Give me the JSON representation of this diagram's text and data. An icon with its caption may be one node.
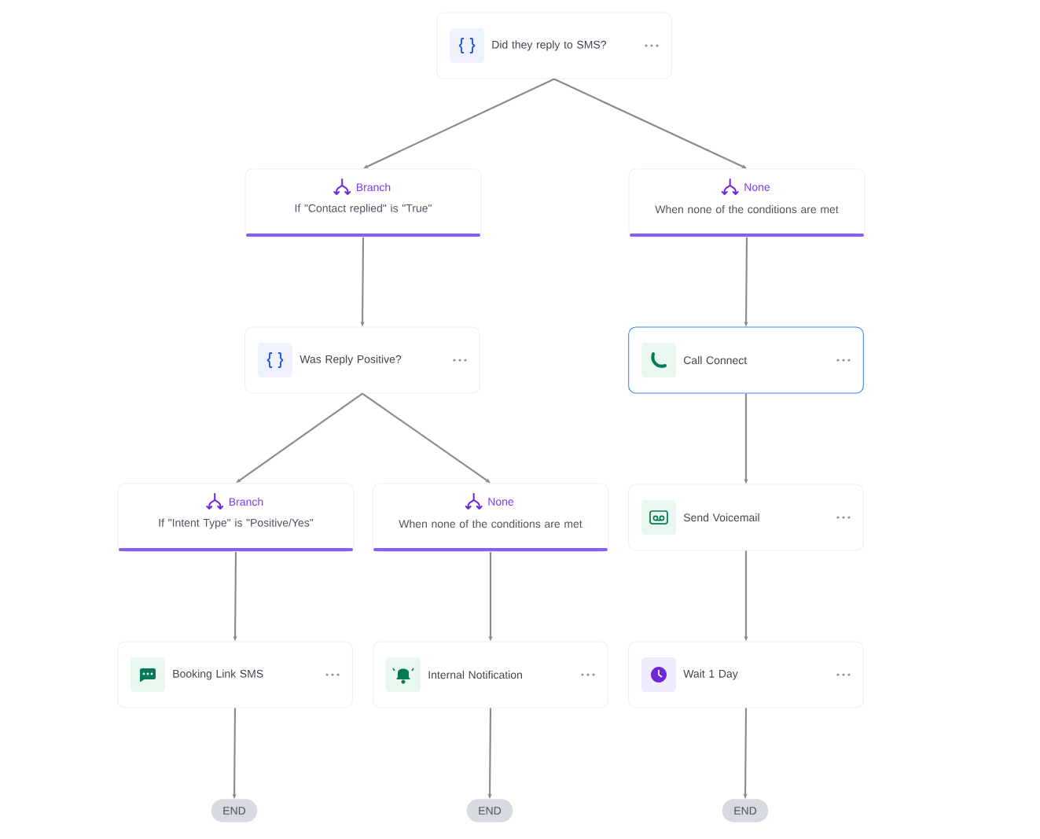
{
  "diagram": {
    "nodes": [
      {
        "text": [
          "Did they reply to SMS?"
        ]
      },
      {
        "text": [
          "Branch",
          "If \"Contact replied\" is \"True\""
        ]
      },
      {
        "text": [
          "None",
          "When none of the conditions are met"
        ]
      },
      {
        "text": [
          "Was Reply Positive?"
        ]
      },
      {
        "text": [
          "Call Connect"
        ]
      },
      {
        "text": [
          "Branch",
          "If \"Intent Type\" is \"Positive/Yes\""
        ]
      },
      {
        "text": [
          "None",
          "When none of the conditions are met"
        ]
      },
      {
        "text": [
          "Send Voicemail"
        ]
      },
      {
        "text": [
          "Booking Link SMS"
        ]
      },
      {
        "text": [
          "Internal Notification"
        ]
      },
      {
        "text": [
          "Wait 1 Day"
        ]
      },
      {
        "text": [
          "END"
        ]
      },
      {
        "text": [
          "END"
        ]
      },
      {
        "text": [
          "END"
        ]
      }
    ],
    "edges": [
      {
        "from": 0,
        "to": 1,
        "arrow": "to"
      },
      {
        "from": 0,
        "to": 2,
        "arrow": "to"
      },
      {
        "from": 1,
        "to": 3,
        "arrow": "to"
      },
      {
        "from": 2,
        "to": 4,
        "arrow": "to"
      },
      {
        "from": 3,
        "to": 5,
        "arrow": "to"
      },
      {
        "from": 3,
        "to": 6,
        "arrow": "to"
      },
      {
        "from": 4,
        "to": 7,
        "arrow": "to"
      },
      {
        "from": 5,
        "to": 8,
        "arrow": "to"
      },
      {
        "from": 6,
        "to": 9,
        "arrow": "to"
      },
      {
        "from": 7,
        "to": 10,
        "arrow": "to"
      },
      {
        "from": 8,
        "to": 11,
        "arrow": "to"
      },
      {
        "from": 9,
        "to": 12,
        "arrow": "to"
      },
      {
        "from": 10,
        "to": 13,
        "arrow": "to"
      }
    ]
  }
}
